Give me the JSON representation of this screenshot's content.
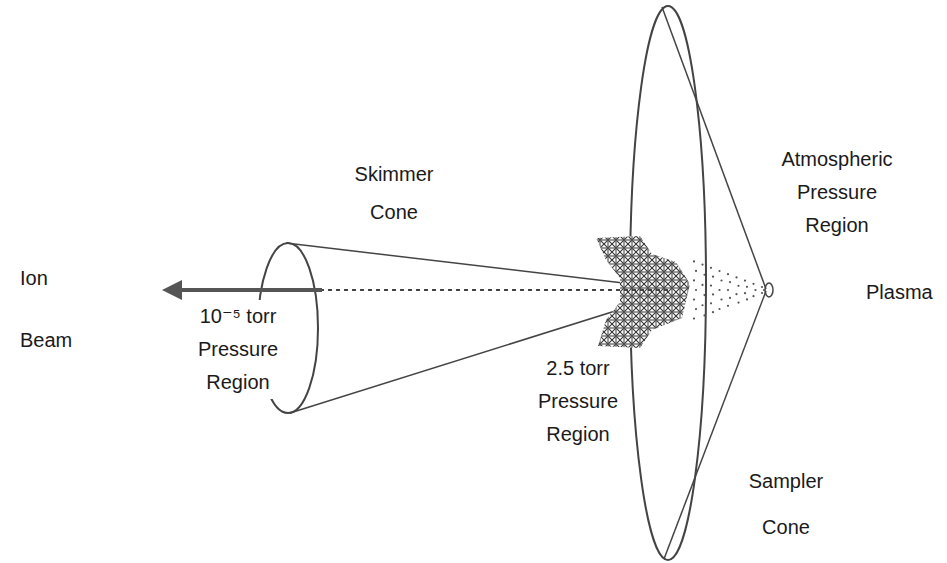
{
  "diagram": {
    "labels": [
      "Skimmer Cone",
      "Atmospheric Pressure Region",
      "Plasma",
      "Ion Beam",
      "10⁻⁵ torr Pressure Region",
      "2.5 torr Pressure Region",
      "Sampler Cone"
    ]
  }
}
